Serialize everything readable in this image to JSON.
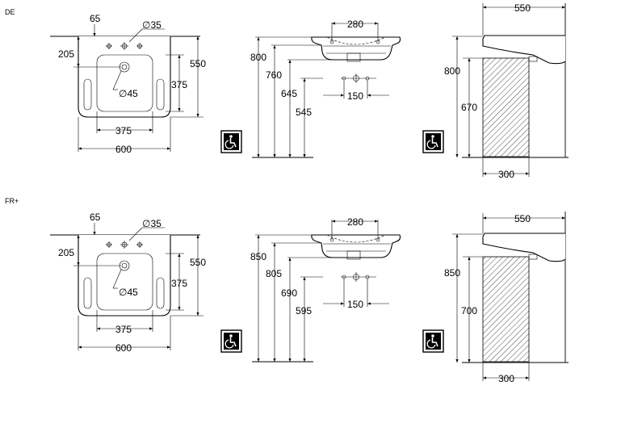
{
  "sections": [
    {
      "label": "DE",
      "front": {
        "tap_offset": "65",
        "tap_hole": "∅35",
        "top_to_tap": "205",
        "depth": "550",
        "waste": "∅45",
        "grip_length": "375",
        "inner_width": "375",
        "width": "600"
      },
      "side": {
        "tap_spacing": "280",
        "overall": "800",
        "rim": "760",
        "underside": "645",
        "waste_height": "545",
        "waste_spacing": "150"
      },
      "wall": {
        "projection": "550",
        "height": "800",
        "clearance": "670",
        "knee_depth": "300"
      }
    },
    {
      "label": "FR+",
      "front": {
        "tap_offset": "65",
        "tap_hole": "∅35",
        "top_to_tap": "205",
        "depth": "550",
        "waste": "∅45",
        "grip_length": "375",
        "inner_width": "375",
        "width": "600"
      },
      "side": {
        "tap_spacing": "280",
        "overall": "850",
        "rim": "805",
        "underside": "690",
        "waste_height": "595",
        "waste_spacing": "150"
      },
      "wall": {
        "projection": "550",
        "height": "850",
        "clearance": "700",
        "knee_depth": "300"
      }
    }
  ],
  "icons": [
    "wheelchair-accessible-icon"
  ],
  "colors": {
    "line": "#000000",
    "background": "#ffffff"
  }
}
